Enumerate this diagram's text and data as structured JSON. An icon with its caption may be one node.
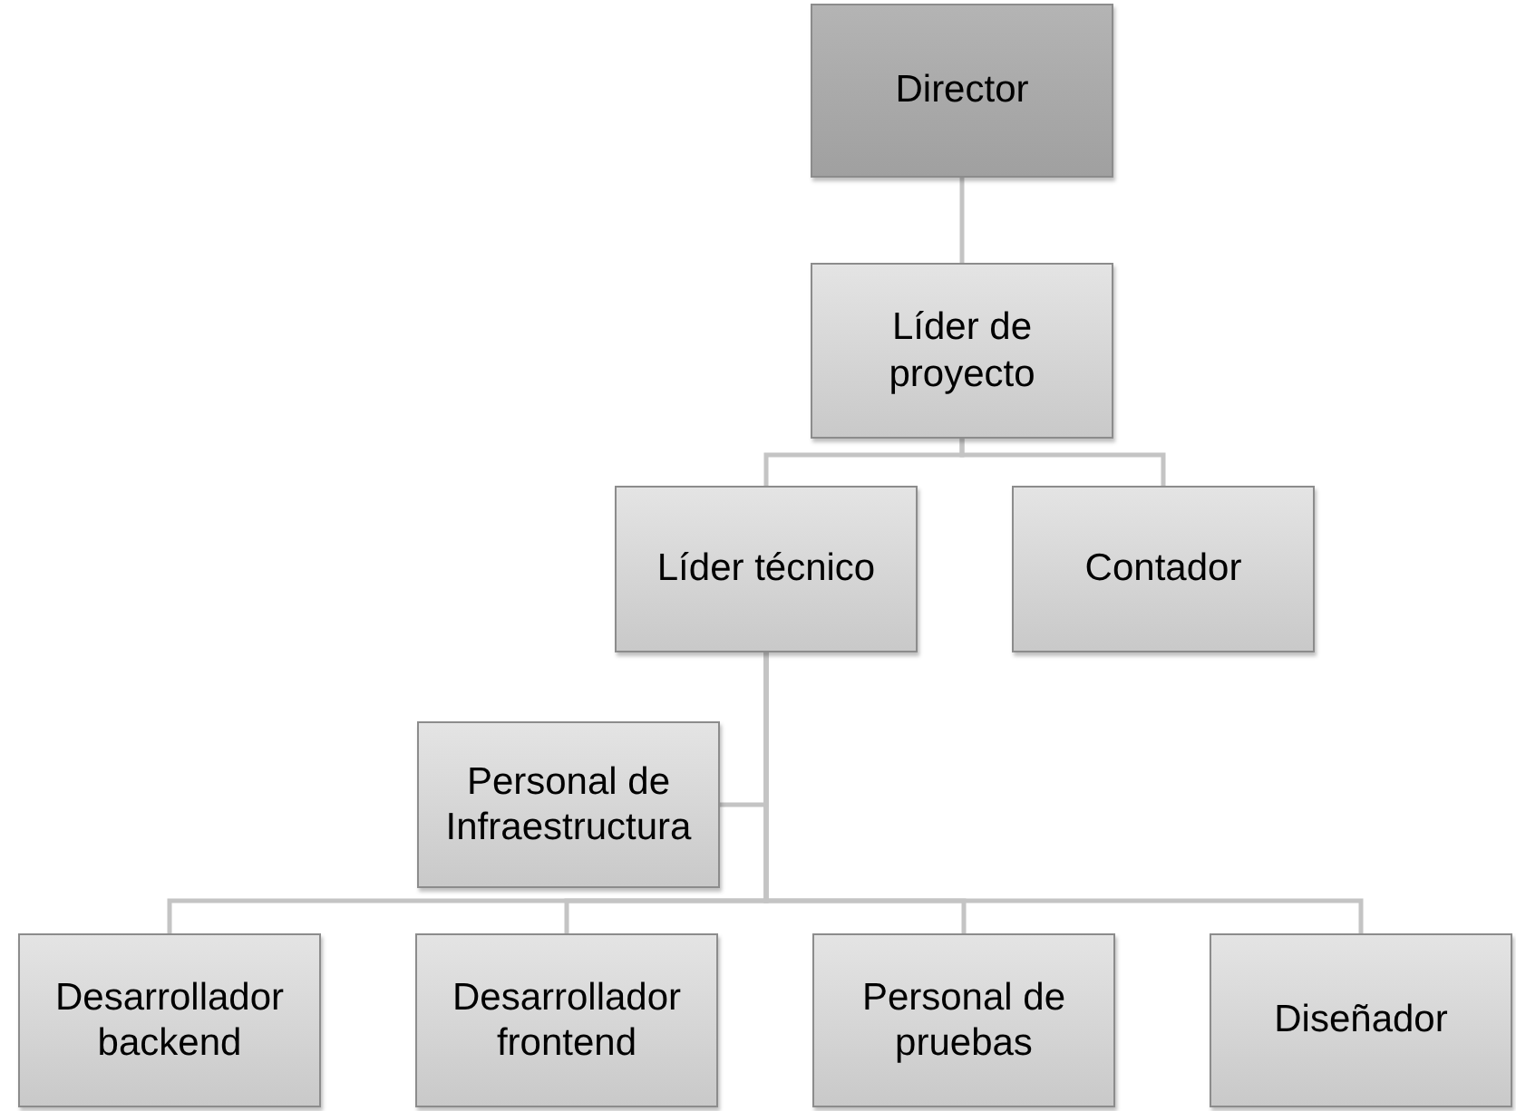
{
  "diagram": {
    "nodes": [
      {
        "text": [
          "Director"
        ]
      },
      {
        "text": [
          "Líder de proyecto"
        ]
      },
      {
        "text": [
          "Líder técnico"
        ]
      },
      {
        "text": [
          "Contador"
        ]
      },
      {
        "text": [
          "Personal de Infraestructura"
        ]
      },
      {
        "text": [
          "Desarrollador backend"
        ]
      },
      {
        "text": [
          "Desarrollador frontend"
        ]
      },
      {
        "text": [
          "Personal de pruebas"
        ]
      },
      {
        "text": [
          "Diseñador"
        ]
      }
    ],
    "edges": [
      {
        "from": 0,
        "to": 1,
        "arrow": "none"
      },
      {
        "from": 1,
        "to": 2,
        "arrow": "none"
      },
      {
        "from": 1,
        "to": 3,
        "arrow": "none"
      },
      {
        "from": 2,
        "to": 4,
        "arrow": "none"
      },
      {
        "from": 2,
        "to": 5,
        "arrow": "none"
      },
      {
        "from": 2,
        "to": 6,
        "arrow": "none"
      },
      {
        "from": 2,
        "to": 7,
        "arrow": "none"
      },
      {
        "from": 2,
        "to": 8,
        "arrow": "none"
      }
    ]
  }
}
